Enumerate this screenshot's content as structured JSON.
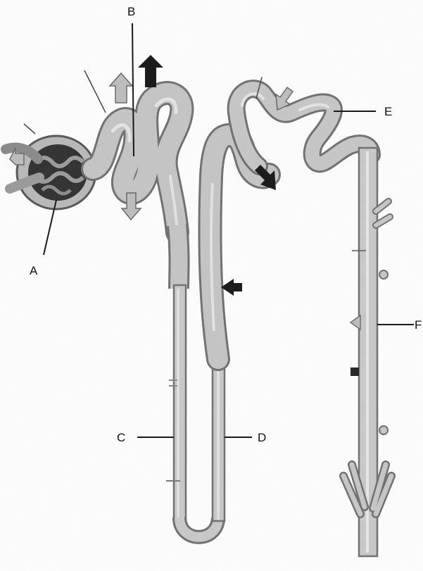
{
  "labels": {
    "a": "A",
    "b": "B",
    "c": "C",
    "d": "D",
    "e": "E",
    "f": "F"
  },
  "colors": {
    "tubule_fill": "#c4c4c4",
    "tubule_stroke": "#6e6e6e",
    "glomerulus_dark": "#2a2a2a",
    "arrow_dark": "#151515",
    "arrow_light": "#bdbdbd",
    "line": "#111111"
  },
  "icons": {
    "arrow_dark": "arrow-dark-icon",
    "arrow_light": "arrow-light-icon"
  }
}
